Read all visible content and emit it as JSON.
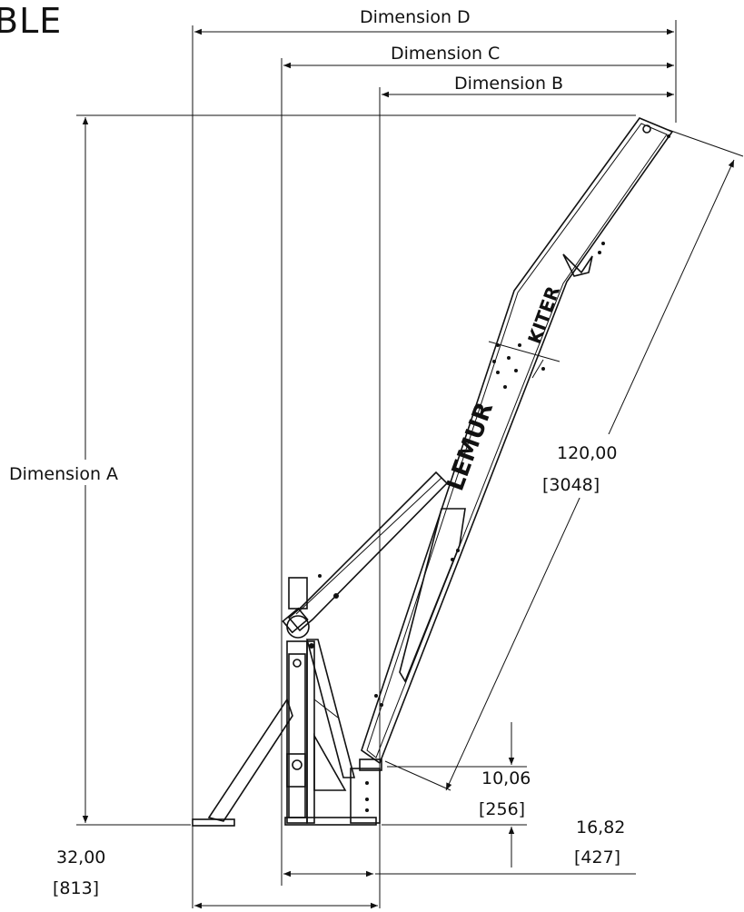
{
  "corner_text": "BLE",
  "dimensions": {
    "a": "Dimension A",
    "b": "Dimension B",
    "c": "Dimension C",
    "d": "Dimension D"
  },
  "measurements": {
    "length": {
      "imperial": "120,00",
      "metric": "[3048]"
    },
    "tip_height": {
      "imperial": "10,06",
      "metric": "[256]"
    },
    "base_depth": {
      "imperial": "16,82",
      "metric": "[427]"
    },
    "base_width": {
      "imperial": "32,00",
      "metric": "[813]"
    }
  },
  "branding": {
    "brand": "LEMUR",
    "model": "KITER"
  }
}
